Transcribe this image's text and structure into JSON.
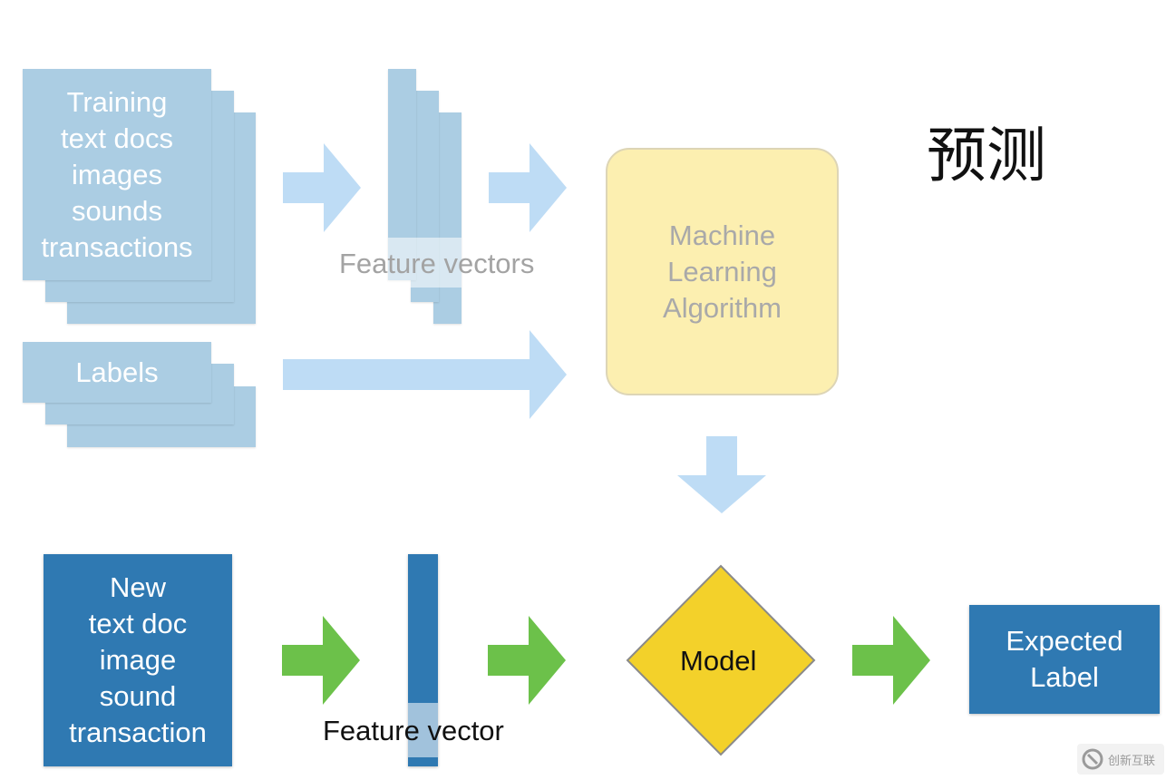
{
  "title": "预测",
  "training": {
    "lines": [
      "Training",
      "text docs",
      "images",
      "sounds",
      "transactions"
    ]
  },
  "labels": {
    "text": "Labels"
  },
  "feature_vectors": {
    "text": "Feature vectors"
  },
  "ml_algorithm": {
    "lines": [
      "Machine",
      "Learning",
      "Algorithm"
    ]
  },
  "new_input": {
    "lines": [
      "New",
      "text doc",
      "image",
      "sound",
      "transaction"
    ]
  },
  "feature_vector": {
    "text": "Feature vector"
  },
  "model": {
    "text": "Model"
  },
  "expected_label": {
    "lines": [
      "Expected",
      "Label"
    ]
  },
  "watermark": {
    "text": "创新互联"
  },
  "colors": {
    "light_card": "#abcde3",
    "dark_card": "#2f79b2",
    "light_arrow": "#bedcf5",
    "green_arrow": "#6cc14a",
    "ml_box": "#fcefb0",
    "model_diamond": "#f3d12a"
  }
}
